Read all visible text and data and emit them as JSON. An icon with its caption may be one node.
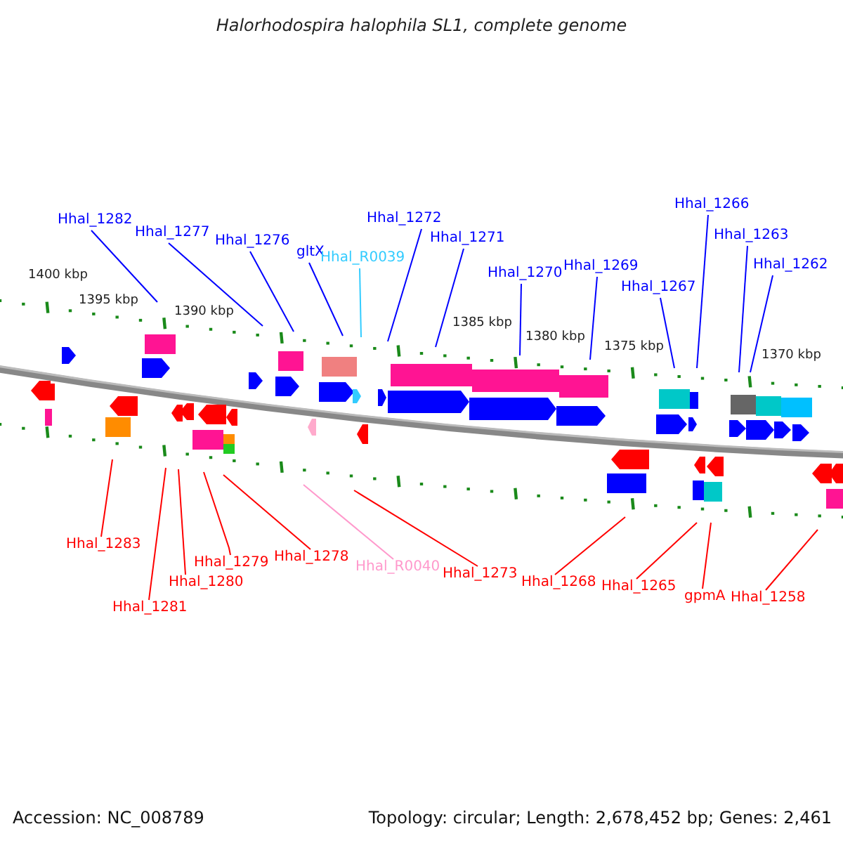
{
  "diagram": {
    "title": "Halorhodospira halophila SL1, complete genome",
    "nodes": [
      {
        "text": [
          "Hhal_1282"
        ]
      },
      {
        "text": [
          "Hhal_1277"
        ]
      },
      {
        "text": [
          "Hhal_1276"
        ]
      },
      {
        "text": [
          "gltX"
        ]
      },
      {
        "text": [
          "Hhal_R0039"
        ]
      },
      {
        "text": [
          "Hhal_1272"
        ]
      },
      {
        "text": [
          "Hhal_1271"
        ]
      },
      {
        "text": [
          "Hhal_1270"
        ]
      },
      {
        "text": [
          "Hhal_1269"
        ]
      },
      {
        "text": [
          "Hhal_1267"
        ]
      },
      {
        "text": [
          "Hhal_1266"
        ]
      },
      {
        "text": [
          "Hhal_1263"
        ]
      },
      {
        "text": [
          "Hhal_1262"
        ]
      },
      {
        "text": [
          "Hhal_1283"
        ]
      },
      {
        "text": [
          "Hhal_1280"
        ]
      },
      {
        "text": [
          "Hhal_1281"
        ]
      },
      {
        "text": [
          "Hhal_1279"
        ]
      },
      {
        "text": [
          "Hhal_1278"
        ]
      },
      {
        "text": [
          "Hhal_R0040"
        ]
      },
      {
        "text": [
          "Hhal_1273"
        ]
      },
      {
        "text": [
          "Hhal_1268"
        ]
      },
      {
        "text": [
          "Hhal_1265"
        ]
      },
      {
        "text": [
          "gpmA"
        ]
      },
      {
        "text": [
          "Hhal_1258"
        ]
      }
    ],
    "edges": [
      {
        "from": 0,
        "to": null,
        "arrow": "none",
        "color": "#0000ff"
      },
      {
        "from": 1,
        "to": null,
        "arrow": "none",
        "color": "#0000ff"
      },
      {
        "from": 2,
        "to": null,
        "arrow": "none",
        "color": "#0000ff"
      },
      {
        "from": 3,
        "to": null,
        "arrow": "none",
        "color": "#0000ff"
      },
      {
        "from": 4,
        "to": null,
        "arrow": "none",
        "color": "#33ccff"
      },
      {
        "from": 5,
        "to": null,
        "arrow": "none",
        "color": "#0000ff"
      },
      {
        "from": 6,
        "to": null,
        "arrow": "none",
        "color": "#0000ff"
      },
      {
        "from": 7,
        "to": null,
        "arrow": "none",
        "color": "#0000ff"
      },
      {
        "from": 8,
        "to": null,
        "arrow": "none",
        "color": "#0000ff"
      },
      {
        "from": 9,
        "to": null,
        "arrow": "none",
        "color": "#0000ff"
      },
      {
        "from": 10,
        "to": null,
        "arrow": "none",
        "color": "#0000ff"
      },
      {
        "from": 11,
        "to": null,
        "arrow": "none",
        "color": "#0000ff"
      },
      {
        "from": 12,
        "to": null,
        "arrow": "none",
        "color": "#0000ff"
      },
      {
        "from": 13,
        "to": null,
        "arrow": "none",
        "color": "#ff0000"
      },
      {
        "from": 14,
        "to": null,
        "arrow": "none",
        "color": "#ff0000"
      },
      {
        "from": 15,
        "to": null,
        "arrow": "none",
        "color": "#ff0000"
      },
      {
        "from": 16,
        "to": null,
        "arrow": "none",
        "color": "#ff0000"
      },
      {
        "from": 17,
        "to": null,
        "arrow": "none",
        "color": "#ff0000"
      },
      {
        "from": 18,
        "to": null,
        "arrow": "none",
        "color": "#ff99cc"
      },
      {
        "from": 19,
        "to": null,
        "arrow": "none",
        "color": "#ff0000"
      },
      {
        "from": 20,
        "to": null,
        "arrow": "none",
        "color": "#ff0000"
      },
      {
        "from": 21,
        "to": null,
        "arrow": "none",
        "color": "#ff0000"
      },
      {
        "from": 22,
        "to": null,
        "arrow": "none",
        "color": "#ff0000"
      },
      {
        "from": 23,
        "to": null,
        "arrow": "none",
        "color": "#ff0000"
      }
    ],
    "labels": [
      "1400 kbp",
      "1395 kbp",
      "1390 kbp",
      "1385 kbp",
      "1380 kbp",
      "1375 kbp",
      "1370 kbp",
      "Accession: NC_008789",
      "Topology: circular; Length: 2,678,452 bp; Genes: 2,461"
    ]
  }
}
